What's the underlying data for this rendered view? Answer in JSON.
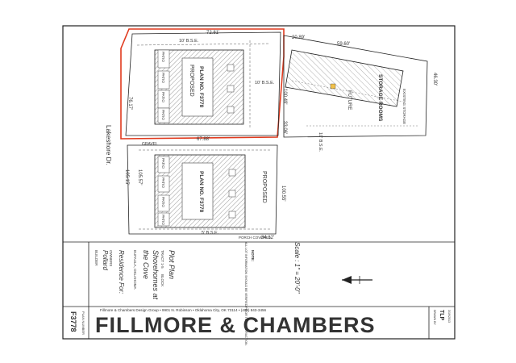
{
  "sheet": {
    "title_block": {
      "firm_name": "FILLMORE & CHAMBERS",
      "firm_address": "Fillmore & Chambers Design Group • 9901 N. Robinson • Oklahoma City, OK 73114 • (405) 843-3456",
      "sheet_number": "F3778",
      "sheet_label": "PLAN NUMBER",
      "project_heading": "Plot Plan",
      "project_line1": "Shorehomes at",
      "project_line2": "the Cove",
      "project_location": "EUFAULA, OKLAHOMA",
      "tract": "TRACT 1-5",
      "block": "BLOCK",
      "residence_for": "Residence For:",
      "owners_label": "OWNERS",
      "owner": "Pollard",
      "builder_label": "BUILDER",
      "scale": "Scale : 1\" = 20'-0\"",
      "note_heading": "NOTE:",
      "note_text": "ALL LOT INFORMATION SHOULD BE VERIFIED PRIOR TO CONSTRUCTION.",
      "drawn_by": "TLP",
      "drawn_label": "DRAWN BY",
      "date_label": "DATE",
      "date": "3/19/2013"
    },
    "plan": {
      "street": "Lakeshore Dr.",
      "top_dims": [
        "72.81'",
        "20.89'",
        "59.60'"
      ],
      "right_dims": [
        "46.30'",
        "100.49'",
        "33.06'",
        "100.55'",
        "34.12'"
      ],
      "left_dims": [
        "76.17'",
        "67.88'",
        "105.15'",
        "105.57'"
      ],
      "setbacks": [
        "10' B.S.E.",
        "10' B.S.E.",
        "10' B.S.E.",
        "5' B.S.E."
      ],
      "units_upper": [
        "PLAN NO. F3778",
        "PATIO",
        "PATIO",
        "PATIO",
        "PATIO"
      ],
      "units_lower": [
        "PLAN NO. F3778",
        "PATIO",
        "PATIO",
        "PATIO",
        "PATIO"
      ],
      "labels": {
        "proposed_upper": "PROPOSED",
        "proposed_lower": "PROPOSED",
        "storage": "STORAGE ROOMS",
        "existing": "EXISTING STORAGE",
        "future": "FUTURE",
        "gravel": "GRAVEL",
        "porch": "PORCH COVERED"
      }
    },
    "colors": {
      "highlight": "#e03a1e",
      "hatch": "#9a9a9a",
      "proposed_text": "#e8964a",
      "ink": "#111111"
    }
  }
}
